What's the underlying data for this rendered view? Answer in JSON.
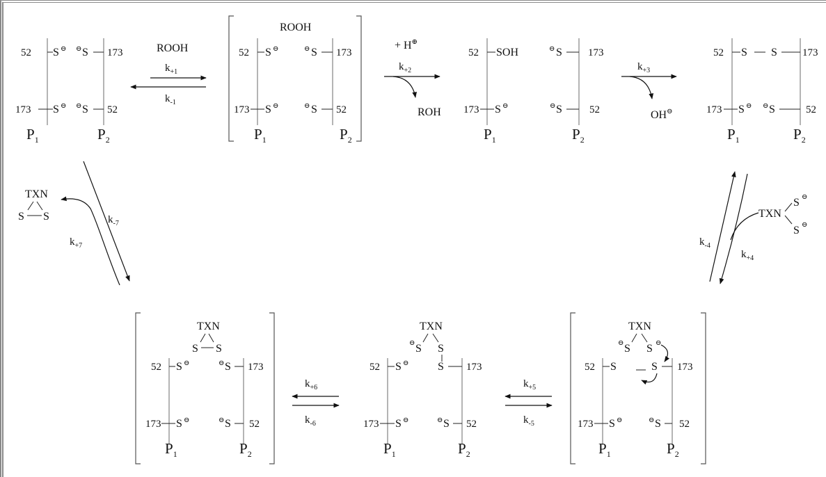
{
  "residues": {
    "a": "52",
    "b": "173"
  },
  "atoms": {
    "thiolate": "S",
    "sulfenic": "SOH",
    "neg": "⊖",
    "pos": "⊕"
  },
  "proteins": {
    "p": "P",
    "one": "1",
    "two": "2"
  },
  "reagents": {
    "rooh": "ROOH",
    "roh": "ROH",
    "hplus": "+ H",
    "oh": "OH",
    "txn": "TXN",
    "s": "S"
  },
  "rates": {
    "k": "k",
    "p1": "+1",
    "m1": "-1",
    "p2": "+2",
    "p3": "+3",
    "p4": "+4",
    "m4": "-4",
    "p5": "+5",
    "m5": "-5",
    "p6": "+6",
    "m6": "-6",
    "p7": "+7",
    "m7": "-7"
  },
  "colors": {
    "frame": "#8a8a8a",
    "protein_bar": "#9a9a9a",
    "ink": "#111111"
  }
}
